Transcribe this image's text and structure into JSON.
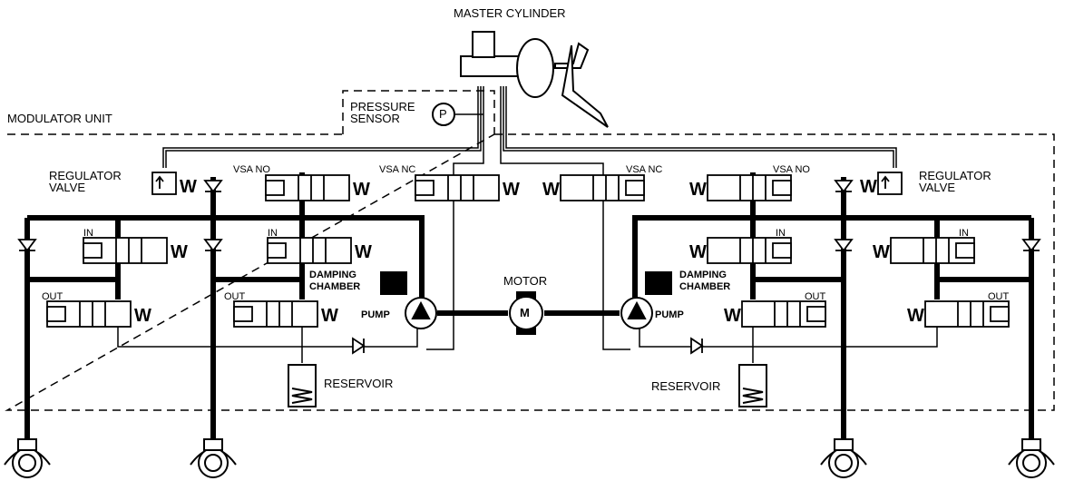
{
  "diagram": {
    "master_cylinder": "MASTER CYLINDER",
    "pressure_sensor": "PRESSURE\nSENSOR",
    "pressure_symbol": "P",
    "modulator_unit": "MODULATOR UNIT",
    "regulator_valve_left": "REGULATOR\nVALVE",
    "regulator_valve_right": "REGULATOR\nVALVE",
    "vsa_no_left": "VSA NO",
    "vsa_nc_left": "VSA NC",
    "vsa_nc_right": "VSA NC",
    "vsa_no_right": "VSA NO",
    "in_1": "IN",
    "in_2": "IN",
    "in_3": "IN",
    "in_4": "IN",
    "out_1": "OUT",
    "out_2": "OUT",
    "out_3": "OUT",
    "out_4": "OUT",
    "damping_chamber_left": "DAMPING\nCHAMBER",
    "damping_chamber_right": "DAMPING\nCHAMBER",
    "motor": "MOTOR",
    "motor_symbol": "M",
    "pump_left": "PUMP",
    "pump_right": "PUMP",
    "reservoir_left": "RESERVOIR",
    "reservoir_right": "RESERVOIR",
    "spring_symbol": "W"
  },
  "colors": {
    "ink": "#000000",
    "paper": "#ffffff"
  }
}
